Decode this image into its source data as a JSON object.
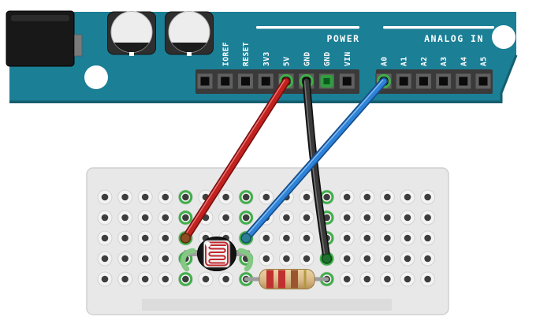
{
  "scene": {
    "description": "Breadboard wiring diagram: Arduino power and analog headers connected to a photoresistor voltage divider on a breadboard"
  },
  "arduino": {
    "power_section_label": "POWER",
    "analog_section_label": "ANALOG IN",
    "power_pins": [
      "IOREF",
      "RESET",
      "3V3",
      "5V",
      "GND",
      "GND",
      "VIN"
    ],
    "analog_pins": [
      "A0",
      "A1",
      "A2",
      "A3",
      "A4",
      "A5"
    ]
  },
  "breadboard": {
    "rows": 5,
    "cols": 17,
    "connected_columns": [
      5,
      8,
      12
    ]
  },
  "components": {
    "photoresistor": {
      "name": "photoresistor (LDR)",
      "pattern_color": "#c0262c",
      "location": "legs in column 5 and column 8, row 4"
    },
    "resistor": {
      "name": "resistor",
      "bands": [
        "red",
        "red",
        "brown",
        "gold"
      ],
      "band_colors": [
        "#c03030",
        "#c03030",
        "#9a5530",
        "#b09a40"
      ],
      "location": "column 8 to column 12, row 5"
    }
  },
  "wires": [
    {
      "id": "red-wire",
      "from": "5V pin",
      "to": "breadboard column 5 row 3",
      "color": "#c2221e"
    },
    {
      "id": "black-wire",
      "from": "GND pin",
      "to": "breadboard column 12 row 4",
      "color": "#3a3a3a"
    },
    {
      "id": "blue-wire",
      "from": "A0 pin",
      "to": "breadboard column 8 row 3",
      "color": "#2e82d8"
    }
  ],
  "colors": {
    "board": "#1b7f96",
    "board_shadow": "#155e6e",
    "highlight_green": "#3fae49",
    "breadboard": "#e8e8e8",
    "breadboard_channel": "#dcdcdc"
  }
}
